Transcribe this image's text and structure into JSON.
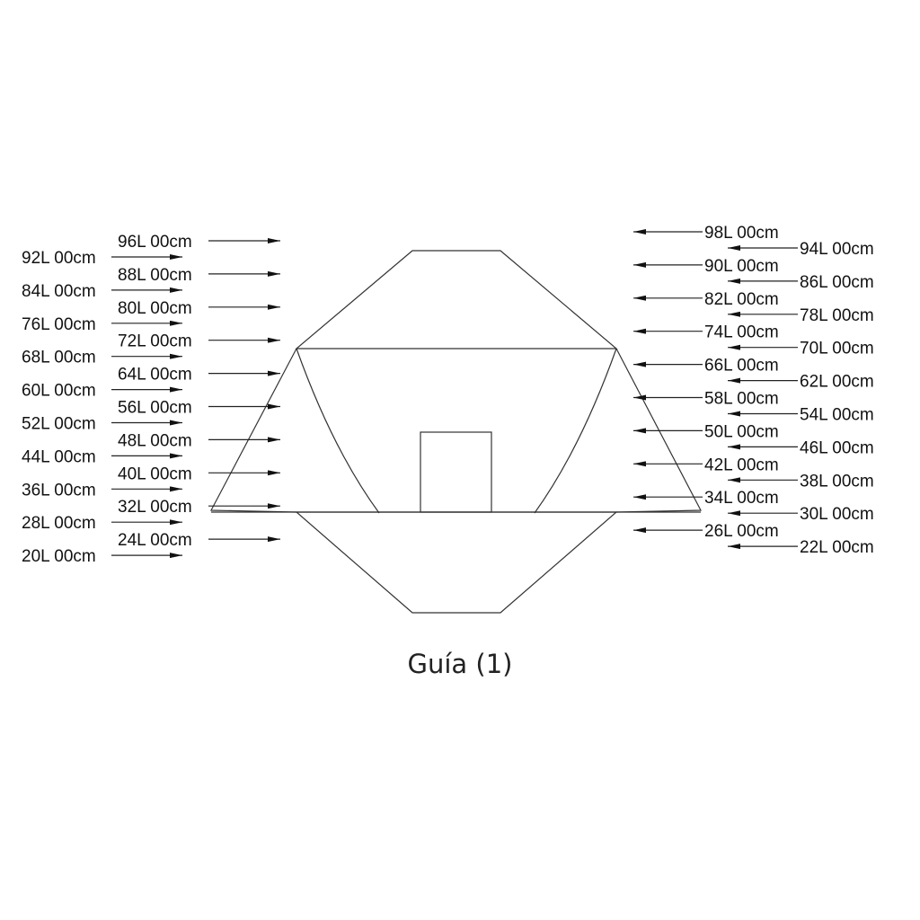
{
  "caption": "Guía (1)",
  "labels": {
    "left_outer": [
      "92L 00cm",
      "84L 00cm",
      "76L 00cm",
      "68L 00cm",
      "60L 00cm",
      "52L 00cm",
      "44L 00cm",
      "36L 00cm",
      "28L 00cm",
      "20L 00cm"
    ],
    "left_inner": [
      "96L 00cm",
      "88L 00cm",
      "80L 00cm",
      "72L 00cm",
      "64L 00cm",
      "56L 00cm",
      "48L 00cm",
      "40L 00cm",
      "32L 00cm",
      "24L 00cm"
    ],
    "right_inner": [
      "98L 00cm",
      "90L 00cm",
      "82L 00cm",
      "74L 00cm",
      "66L 00cm",
      "58L 00cm",
      "50L 00cm",
      "42L 00cm",
      "34L 00cm",
      "26L 00cm"
    ],
    "right_outer": [
      "94L 00cm",
      "86L 00cm",
      "78L 00cm",
      "70L 00cm",
      "62L 00cm",
      "54L 00cm",
      "46L 00cm",
      "38L 00cm",
      "30L 00cm",
      "22L 00cm"
    ]
  }
}
